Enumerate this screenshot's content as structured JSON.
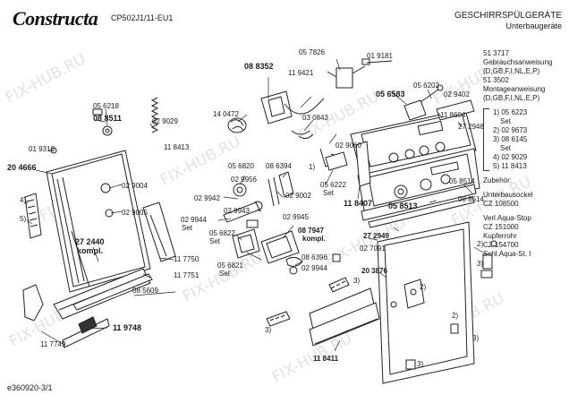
{
  "header": {
    "brand": "Constructa",
    "model": "CP502J1/11-EU1",
    "category": "GESCHIRRSPÜLGERÄTE",
    "subcategory": "Unterbaugeräte"
  },
  "footer": {
    "drawing_id": "e360920-3/1"
  },
  "watermark": "FIX-HUB.RU",
  "part_labels": [
    "05 7826",
    "01 9181",
    "08 8352",
    "11 9421",
    "05 6202",
    "02 9402",
    "05 6218",
    "08 8511",
    "14 0472",
    "03 0843",
    "05 6583",
    "02 9029",
    "11 8413",
    "11 8604",
    "27 2948",
    "02 9060",
    "01 9316",
    "20 4666",
    "05 6820",
    "08 6394",
    "02 9004",
    "02 9956",
    "02 9005",
    "02 9942",
    "02 9002",
    "05 6222",
    "Set",
    "11 8407",
    "05 8514",
    "08 8514",
    "05 8513",
    "02 9943",
    "02 9945",
    "02 9944",
    "Set",
    "05 6822",
    "Set",
    "27 2440",
    "kompl.",
    "08 7947",
    "kompl.",
    "27 2949",
    "02 7091",
    "11 7750",
    "11 7751",
    "08 6396",
    "05 6821",
    "Set",
    "02 9944",
    "08 5609",
    "20 3876",
    "11 9748",
    "11 7749",
    "11 8411",
    "1)",
    "2)",
    "3)",
    "4)",
    "5)",
    "2)",
    "3)",
    "3)",
    "3)",
    "2)",
    "3)"
  ],
  "side_info": {
    "lines": [
      "51 3717",
      "Gebrauchsanweisung",
      "(D,GB,F,I,NL,E,P)",
      "51 3502",
      "Montageanweisung",
      "(D,GB,F,I,NL,E,P)"
    ],
    "notes": [
      "1)  05 6223",
      "Set",
      "2)  02 9673",
      "3)  08 6145",
      "Set",
      "4)  02 9029",
      "5)  11 8413"
    ],
    "accessories_title": "Zubehör:",
    "accessories": [
      "Unterbausockel",
      "CZ 108500",
      "Verl.Aqua-Stop",
      "CZ 151000",
      "Kupferrohr",
      "CZ 154700",
      "Schl.Aqua-St. I"
    ]
  }
}
